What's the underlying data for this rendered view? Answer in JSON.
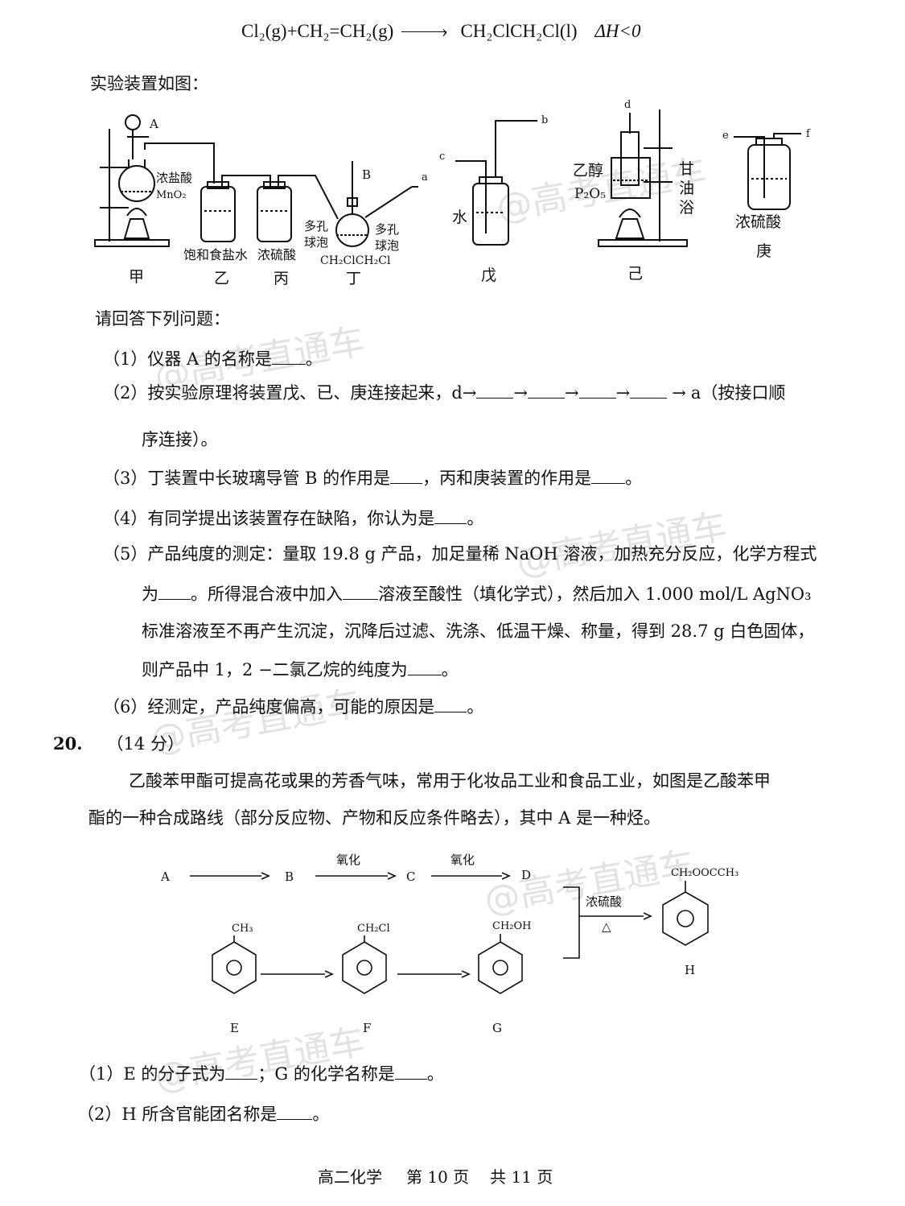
{
  "equation": {
    "lhs": "Cl₂(g)+CH₂=CH₂(g)",
    "rhs": "CH₂ClCH₂Cl(l)",
    "dh": "ΔH<0"
  },
  "apparatus": {
    "intro": "实验装置如图：",
    "labels": {
      "A": "A",
      "B": "B",
      "a": "a",
      "b": "b",
      "c": "c",
      "d": "d",
      "e": "e",
      "f": "f",
      "hcl": "浓盐酸",
      "mno2": "MnO₂",
      "brine": "饱和食盐水",
      "h2so4_bing": "浓硫酸",
      "porous1": "多孔",
      "bubble1": "球泡",
      "porous2": "多孔",
      "bubble2": "球泡",
      "product": "CH₂ClCH₂Cl",
      "water": "水",
      "ethanol": "乙醇",
      "p2o5": "P₂O₅",
      "glycerol": "甘",
      "oil": "油",
      "bath": "浴",
      "h2so4_geng": "浓硫酸"
    },
    "names": {
      "jia": "甲",
      "yi": "乙",
      "bing": "丙",
      "ding": "丁",
      "wu": "戊",
      "ji": "己",
      "geng": "庚"
    }
  },
  "q19": {
    "prompt": "请回答下列问题：",
    "q1": {
      "num": "（1）",
      "a": "仪器 A 的名称是",
      "b": "。"
    },
    "q2": {
      "num": "（2）",
      "a": "按实验原理将装置戊、已、庚连接起来，d→",
      "arrow": "→",
      "end": "a（按接口顺",
      "cont": "序连接）。"
    },
    "q3": {
      "num": "（3）",
      "a": "丁装置中长玻璃导管 B 的作用是",
      "b": "，丙和庚装置的作用是",
      "c": "。"
    },
    "q4": {
      "num": "（4）",
      "a": "有同学提出该装置存在缺陷，你认为是",
      "b": "。"
    },
    "q5": {
      "num": "（5）",
      "l1": "产品纯度的测定：量取 19.8 g 产品，加足量稀 NaOH 溶液，加热充分反应，化学方程式",
      "l2a": "为",
      "l2b": "。所得混合液中加入",
      "l2c": "溶液至酸性（填化学式），然后加入 1.000 mol/L AgNO₃",
      "l3": "标准溶液至不再产生沉淀，沉降后过滤、洗涤、低温干燥、称量，得到 28.7 g 白色固体，",
      "l4a": "则产品中 1，2 −二氯乙烷的纯度为",
      "l4b": "。"
    },
    "q6": {
      "num": "（6）",
      "a": "经测定，产品纯度偏高，可能的原因是",
      "b": "。"
    }
  },
  "q20": {
    "num": "20.",
    "score": "（14 分）",
    "intro1": "乙酸苯甲酯可提高花或果的芳香气味，常用于化妆品工业和食品工业，如图是乙酸苯甲",
    "intro2": "酯的一种合成路线（部分反应物、产物和反应条件略去），其中 A 是一种烃。",
    "scheme": {
      "A": "A",
      "B": "B",
      "C": "C",
      "D": "D",
      "ox1": "氧化",
      "ox2": "氧化",
      "cat": "浓硫酸",
      "heat": "△",
      "E": "E",
      "F": "F",
      "G": "G",
      "H": "H",
      "sub_E": "CH₃",
      "sub_F": "CH₂Cl",
      "sub_G": "CH₂OH",
      "sub_H": "CH₂OOCCH₃"
    },
    "sq1": {
      "num": "（1）",
      "a": "E 的分子式为",
      "b": "；G 的化学名称是",
      "c": "。"
    },
    "sq2": {
      "num": "（2）",
      "a": "H 所含官能团名称是",
      "b": "。"
    }
  },
  "footer": {
    "subject": "高二化学",
    "page": "第 10 页",
    "total": "共 11 页"
  },
  "watermark": "@高考直通车"
}
